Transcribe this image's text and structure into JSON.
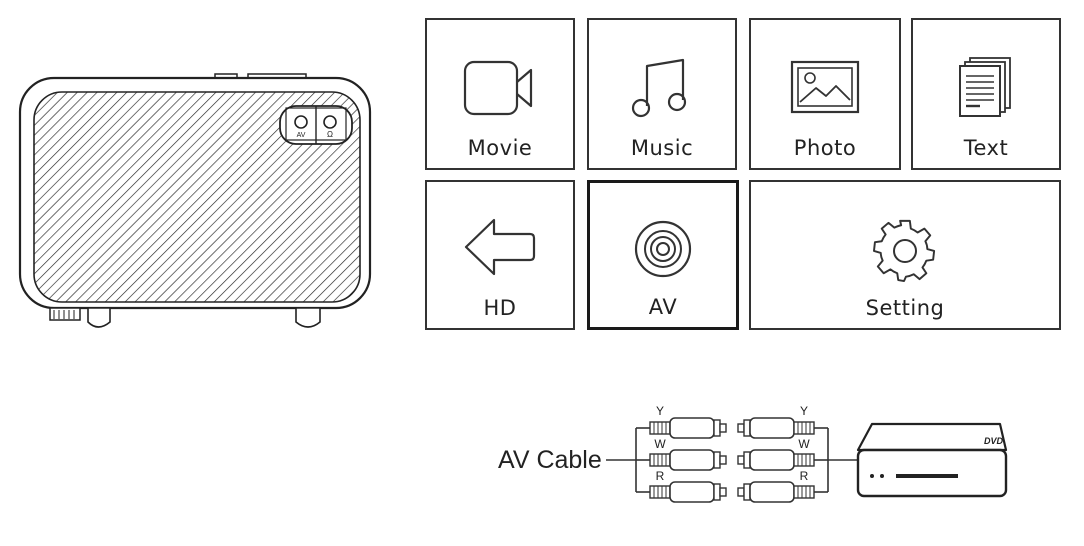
{
  "menu": {
    "tiles": [
      {
        "label": "Movie",
        "icon": "movie-camera-icon"
      },
      {
        "label": "Music",
        "icon": "music-note-icon"
      },
      {
        "label": "Photo",
        "icon": "photo-icon"
      },
      {
        "label": "Text",
        "icon": "document-icon"
      },
      {
        "label": "HD",
        "icon": "arrow-left-icon"
      },
      {
        "label": "AV",
        "icon": "av-jack-icon",
        "selected": true
      },
      {
        "label": "Setting",
        "icon": "gear-icon"
      }
    ]
  },
  "projector": {
    "ports": [
      {
        "label": "AV"
      },
      {
        "label": "Ω"
      }
    ]
  },
  "cable": {
    "label": "AV Cable",
    "channels": [
      "Y",
      "W",
      "R"
    ]
  },
  "dvd_player": {
    "badge": "DVD"
  }
}
